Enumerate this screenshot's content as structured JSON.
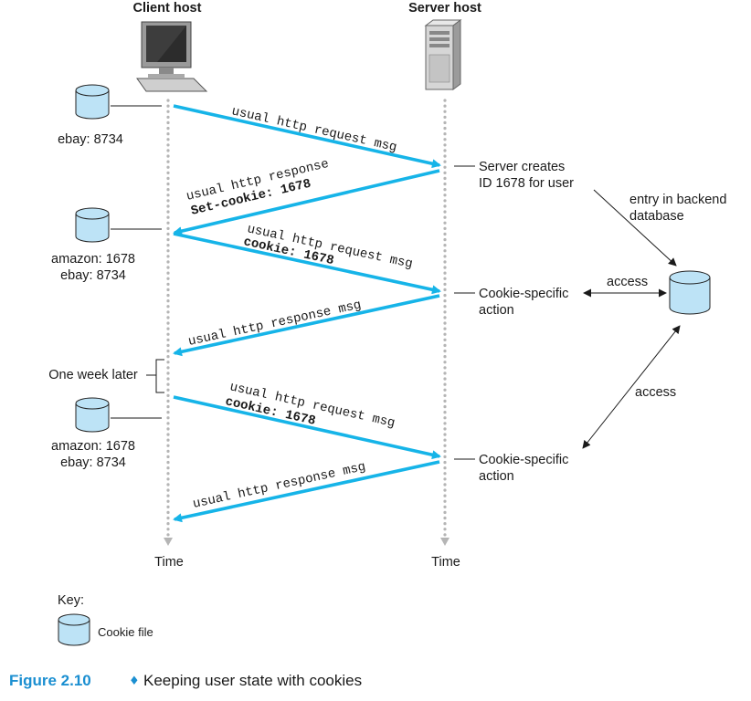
{
  "headers": {
    "client": "Client host",
    "server": "Server host"
  },
  "time_labels": {
    "client": "Time",
    "server": "Time"
  },
  "client_cookies": {
    "first": [
      "ebay: 8734"
    ],
    "second": [
      "amazon: 1678",
      "ebay: 8734"
    ],
    "third": [
      "amazon: 1678",
      "ebay: 8734"
    ]
  },
  "one_week_later": "One week later",
  "messages": [
    {
      "lines": [
        "usual http request msg"
      ],
      "bold": []
    },
    {
      "lines": [
        "usual http response"
      ],
      "bold": [
        "Set-cookie: 1678"
      ]
    },
    {
      "lines": [
        "usual http request msg"
      ],
      "bold": [
        "cookie: 1678"
      ]
    },
    {
      "lines": [
        "usual http response msg"
      ],
      "bold": []
    },
    {
      "lines": [
        "usual http request msg"
      ],
      "bold": [
        "cookie: 1678"
      ]
    },
    {
      "lines": [
        "usual http response msg"
      ],
      "bold": []
    }
  ],
  "server_notes": {
    "creates": [
      "Server creates",
      "ID 1678 for user"
    ],
    "action1": [
      "Cookie-specific",
      "action"
    ],
    "action2": [
      "Cookie-specific",
      "action"
    ]
  },
  "database": {
    "entry_label": [
      "entry in backend",
      "database"
    ],
    "access1": "access",
    "access2": "access"
  },
  "key": {
    "title": "Key:",
    "cookie_file": "Cookie file"
  },
  "caption": {
    "number": "Figure 2.10",
    "bullet": "♦",
    "text": "Keeping user state with cookies"
  },
  "colors": {
    "message_arrow": "#16b4e8",
    "cookie_fill": "#bde3f6",
    "caption_accent": "#1b8fd1"
  }
}
